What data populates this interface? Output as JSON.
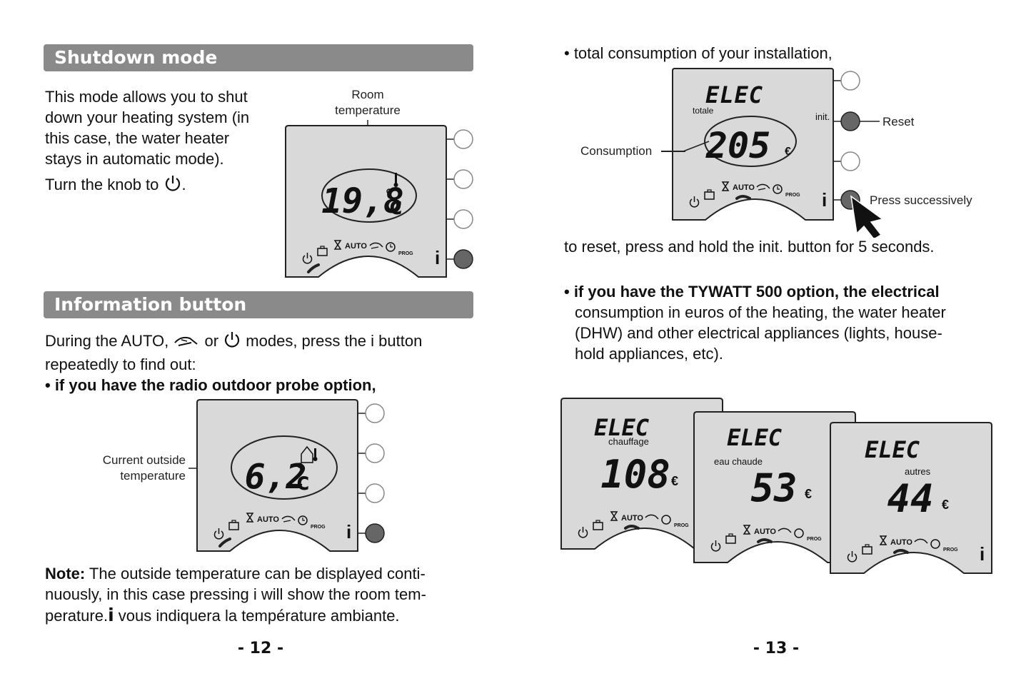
{
  "left": {
    "shutdown": {
      "heading": "Shutdown mode",
      "line1": "This mode allows you to shut",
      "line2": "down your heating system (in",
      "line3": "this case, the water heater",
      "line4": "stays in automatic mode).",
      "turn_text": "Turn the knob to",
      "turn_end": ".",
      "room_label_1": "Room",
      "room_label_2": "temperature",
      "display_value": "19,8",
      "display_unit": "c"
    },
    "info": {
      "heading": "Information button",
      "line1_a": "During the AUTO,",
      "line1_b": "or",
      "line1_c": "modes, press the i button",
      "line2": "repeatedly to find out:",
      "bullet": "• if you have the radio outdoor probe option,",
      "outside_label_1": "Current outside",
      "outside_label_2": "temperature",
      "display_value": "6,2",
      "display_unit": "c"
    },
    "note": {
      "label": "Note:",
      "line1": " The outside temperature can be displayed conti-",
      "line2": "nuously, in this case pressing i will show the room tem-",
      "line3_a": "perature.",
      "line3_i": "i",
      "line3_b": " vous indiquera la température ambiante."
    },
    "page_number": "- 12 -"
  },
  "right": {
    "total_line": "• total consumption of your installation,",
    "elec_title": "ELEC",
    "elec_sub": "totale",
    "init_label": "init.",
    "value": "205",
    "currency": "€",
    "reset_label": "Reset",
    "consumption_label": "Consumption",
    "press_label": "Press successively",
    "reset_instruction": "to reset, press and hold the init. button for 5 seconds.",
    "tywatt_bold": "• if you have the TYWATT 500 option, the electrical",
    "tywatt_line2": "consumption in euros of the heating, the water heater",
    "tywatt_line3": "(DHW) and other electrical appliances (lights, house-",
    "tywatt_line4": "hold appliances, etc).",
    "panels": [
      {
        "title": "ELEC",
        "sub": "chauffage",
        "value": "108",
        "currency": "€"
      },
      {
        "title": "ELEC",
        "sub": "eau chaude",
        "value": "53",
        "currency": "€"
      },
      {
        "title": "ELEC",
        "sub": "autres",
        "value": "44",
        "currency": "€"
      }
    ],
    "page_number": "- 13 -"
  },
  "device": {
    "auto": "AUTO",
    "prog": "PROG",
    "info_i": "i"
  }
}
